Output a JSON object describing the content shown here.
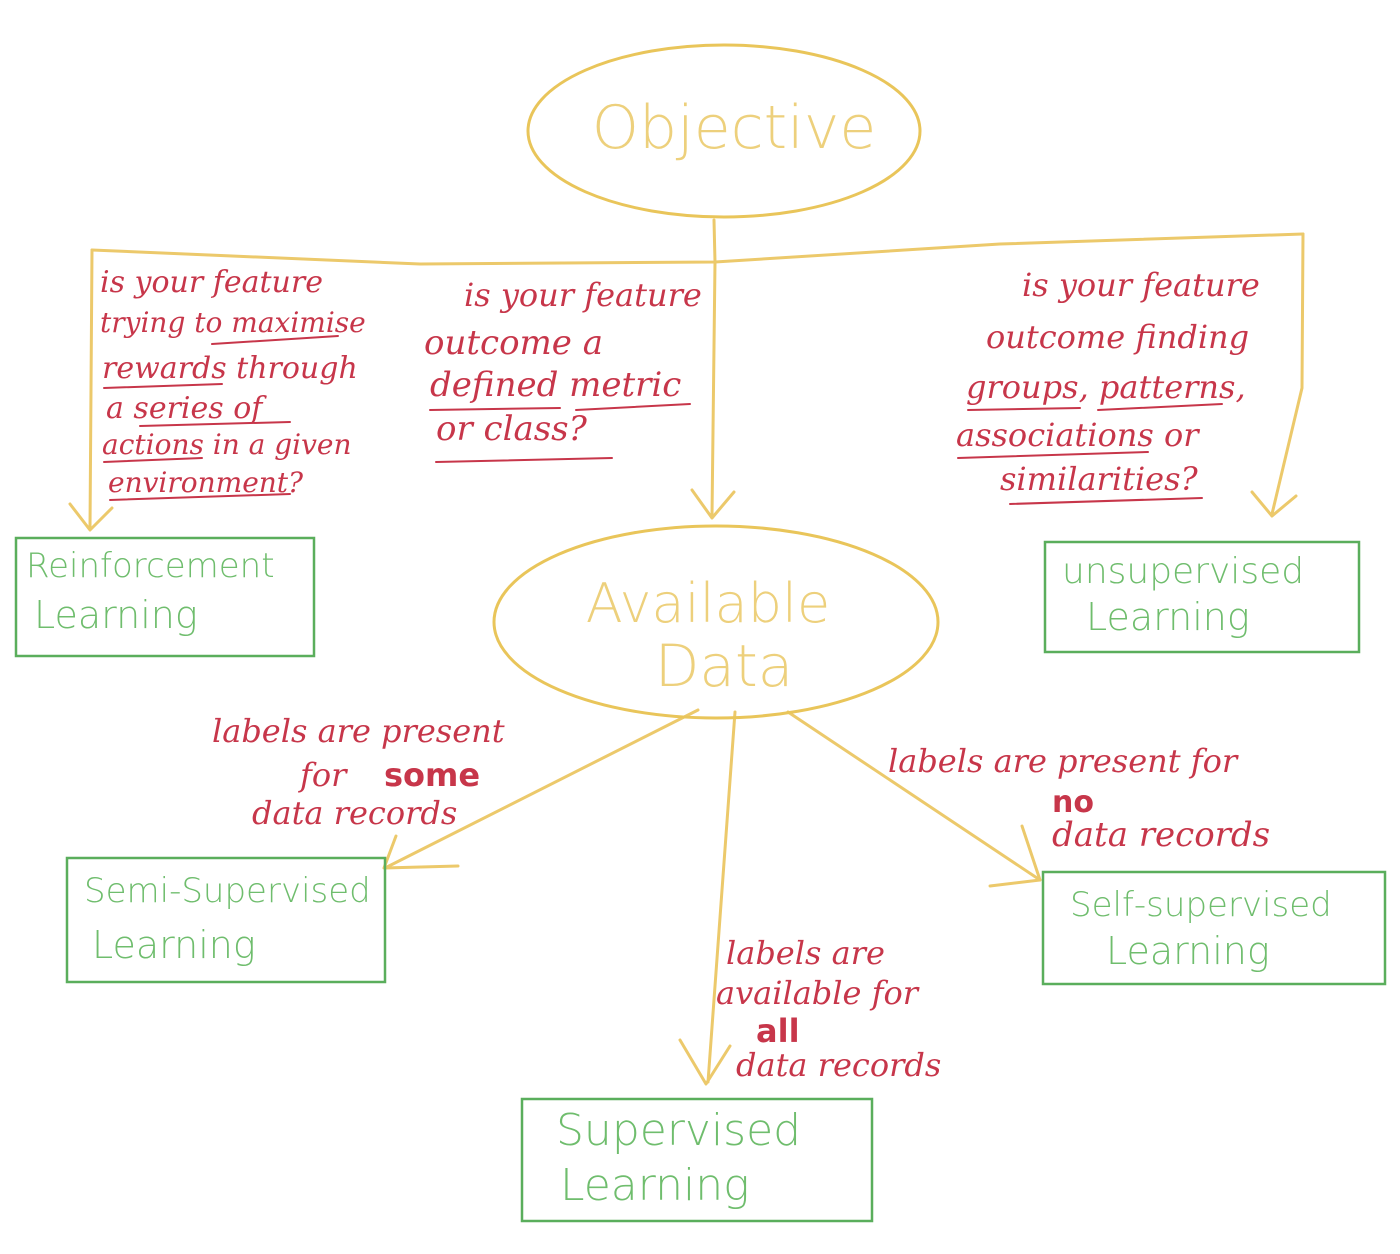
{
  "colors": {
    "ellipse": "#e9c55a",
    "connector": "#ecc96b",
    "box": "#5aae5c",
    "box_text": "#6fbd6d",
    "question": "#c7364a"
  },
  "nodes": {
    "objective": "Objective",
    "available_data": [
      "Available",
      "Data"
    ],
    "reinforcement": [
      "Reinforcement",
      "Learning"
    ],
    "unsupervised": [
      "unsupervised",
      "Learning"
    ],
    "semi_supervised": [
      "Semi-Supervised",
      "Learning"
    ],
    "self_supervised": [
      "Self-supervised",
      "Learning"
    ],
    "supervised": [
      "Supervised",
      "Learning"
    ]
  },
  "questions": {
    "reinforcement": [
      "is your feature",
      "trying to maximise",
      "rewards through",
      "a series of",
      "actions in a given",
      "environment?"
    ],
    "supervised": [
      "is your feature",
      "outcome a",
      "defined metric",
      "or class?"
    ],
    "unsupervised": [
      "is your feature",
      "outcome finding",
      "groups, patterns,",
      "associations or",
      "similarities?"
    ]
  },
  "labels": {
    "some": {
      "pre": "labels are present",
      "mid_pre": "for",
      "bold": "some",
      "post": "data records"
    },
    "no": {
      "pre": "labels are present for",
      "bold": "no",
      "post": "data records"
    },
    "all": {
      "pre": "labels are",
      "mid": "available for",
      "bold": "all",
      "post": "data records"
    }
  }
}
